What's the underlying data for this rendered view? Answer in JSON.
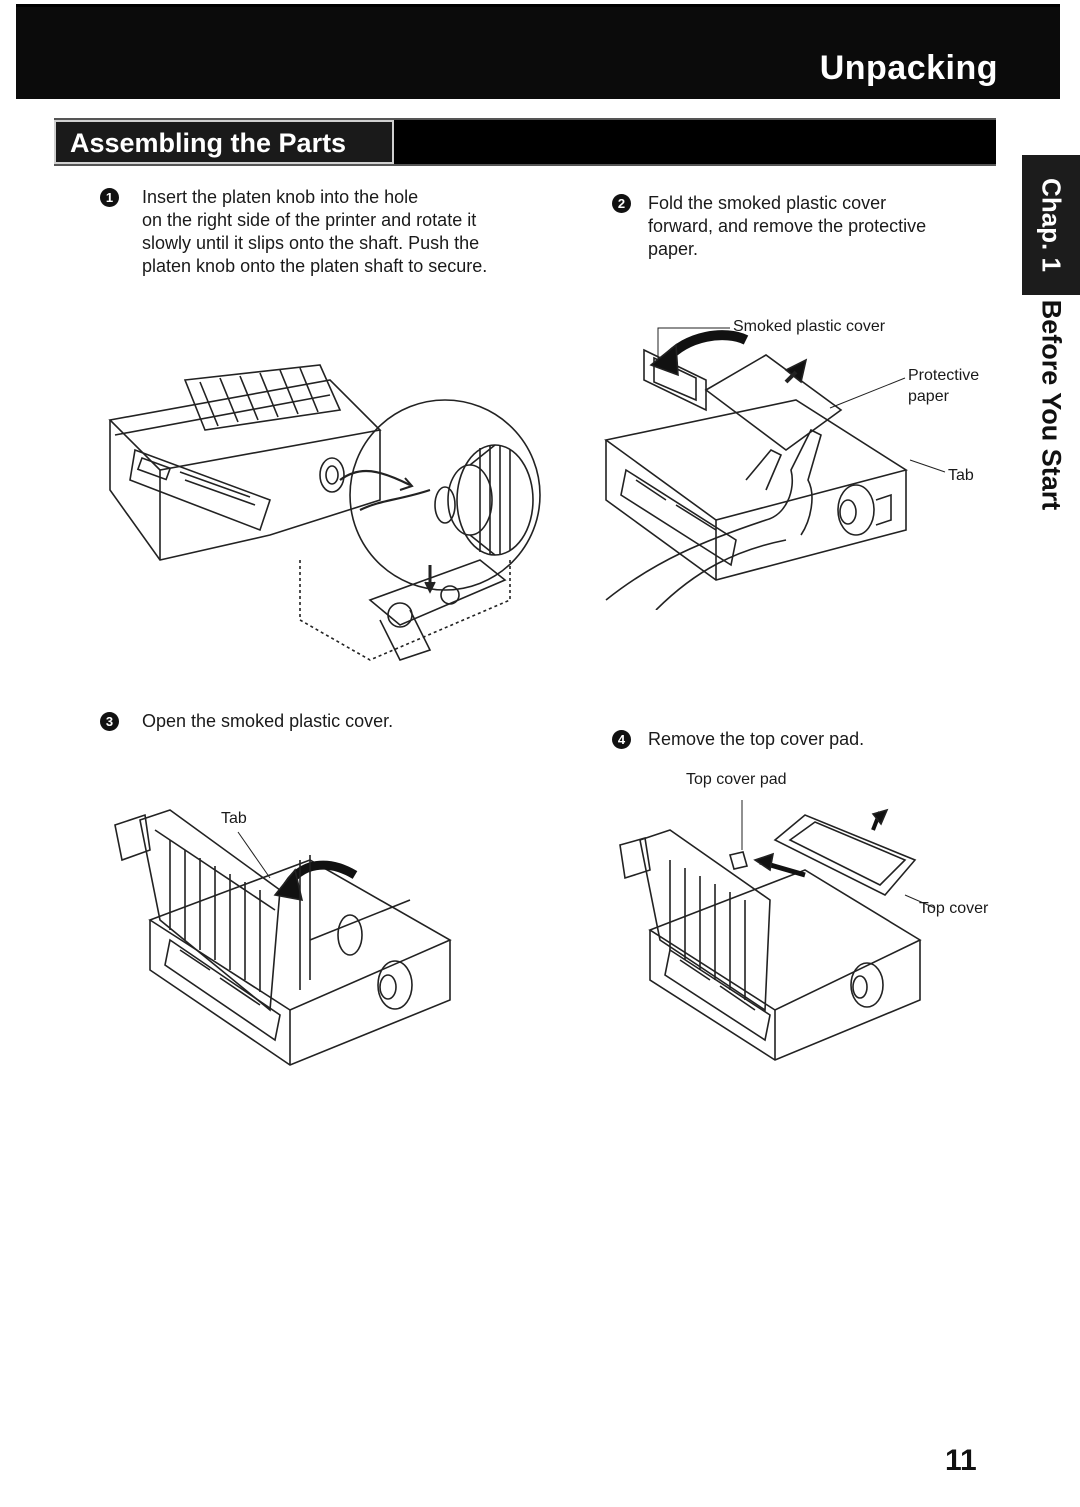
{
  "header": {
    "title": "Unpacking"
  },
  "section": {
    "title": "Assembling the Parts"
  },
  "side_tab": {
    "chapter": "Chap. 1",
    "caption": "Before You Start"
  },
  "steps": [
    {
      "number": "1",
      "line1": "Insert the platen knob into the hole",
      "lines": [
        "on the right side of the printer and rotate it",
        "slowly until it slips onto the shaft. Push the",
        "platen knob onto the platen shaft to secure."
      ]
    },
    {
      "number": "2",
      "lines": [
        "Fold the smoked plastic cover",
        "forward, and remove the protective",
        "paper."
      ]
    },
    {
      "number": "3",
      "lines": [
        "Open the smoked plastic cover."
      ]
    },
    {
      "number": "4",
      "lines": [
        "Remove the top cover pad."
      ]
    }
  ],
  "figure_labels": {
    "smoked_plastic_cover": "Smoked plastic cover",
    "protective_paper_1": "Protective",
    "protective_paper_2": "paper",
    "tab_fig2": "Tab",
    "tab_fig3": "Tab",
    "top_cover_pad": "Top cover pad",
    "top_cover": "Top cover"
  },
  "page_number": "11"
}
